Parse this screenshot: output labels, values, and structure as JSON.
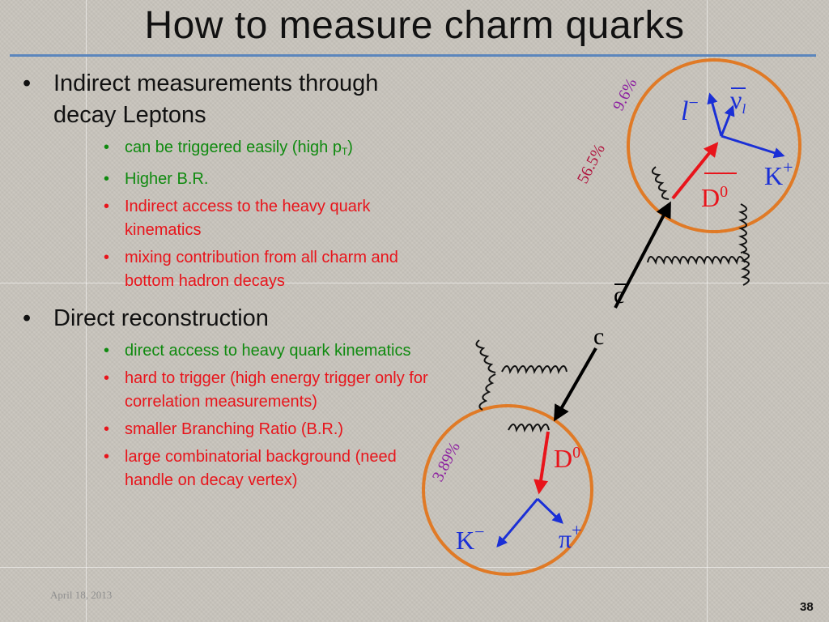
{
  "title": "How to measure charm quarks",
  "bullets": [
    {
      "text": "Indirect measurements through decay Leptons",
      "subs": [
        {
          "pre": "can be triggered easily (high p",
          "sub": "T",
          "post": ")",
          "color": "green"
        },
        {
          "text": "Higher B.R.",
          "color": "green"
        },
        {
          "text": "Indirect access to the heavy quark kinematics",
          "color": "red"
        },
        {
          "text": "mixing contribution from all charm and bottom hadron decays",
          "color": "red"
        }
      ]
    },
    {
      "text": "Direct reconstruction",
      "subs": [
        {
          "text": "direct access to heavy quark kinematics",
          "color": "green"
        },
        {
          "text": "hard to trigger (high energy trigger only for correlation measurements)",
          "color": "red"
        },
        {
          "text": "smaller Branching Ratio (B.R.)",
          "color": "red"
        },
        {
          "text": "large combinatorial background  (need handle on decay vertex)",
          "color": "red"
        }
      ]
    }
  ],
  "diagram": {
    "quark_c_bar": "c",
    "quark_c": "c",
    "meson_d0bar": "D",
    "meson_d0bar_sup": "0",
    "meson_d0": "D",
    "meson_d0_sup": "0",
    "lepton": "l",
    "lepton_sup": "−",
    "neutrino": "ν",
    "neutrino_sub": "l",
    "kaon_plus": "K",
    "kaon_plus_sup": "+",
    "kaon_minus": "K",
    "kaon_minus_sup": "−",
    "pion_plus": "π",
    "pion_plus_sup": "+",
    "br_semileptonic": "9.6%",
    "br_d0bar_to_k": "56.5%",
    "br_d0_to_kpi": "3.89%"
  },
  "footer": {
    "date": "April 18, 2013",
    "page": "38"
  },
  "colors": {
    "accent_rule": "#5b86bd",
    "green_text": "#0f8a0f",
    "red_text": "#e8141b",
    "blue_label": "#1a2fd6",
    "circle": "#e07a26",
    "percent_red": "#b0133d",
    "percent_purple": "#8c1fa0"
  }
}
